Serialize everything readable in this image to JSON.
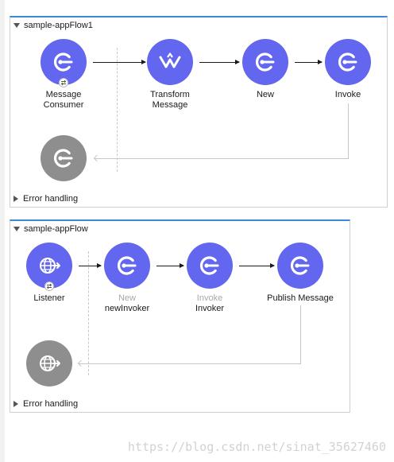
{
  "flows": [
    {
      "title": "sample-appFlow1",
      "error_handling": "Error handling",
      "nodes": [
        {
          "icon": "connector-icon",
          "lines": [
            "Message",
            "Consumer"
          ],
          "muted": "",
          "has_badge": true
        },
        {
          "icon": "transform-icon",
          "lines": [
            "Transform",
            "Message"
          ],
          "muted": ""
        },
        {
          "icon": "connector-icon",
          "lines": [
            "New"
          ],
          "muted": ""
        },
        {
          "icon": "connector-icon",
          "lines": [
            "Invoke"
          ],
          "muted": ""
        }
      ],
      "return_icon": "connector-icon"
    },
    {
      "title": "sample-appFlow",
      "error_handling": "Error handling",
      "nodes": [
        {
          "icon": "globe-listener-icon",
          "lines": [
            "Listener"
          ],
          "muted": "",
          "has_badge": true
        },
        {
          "icon": "connector-icon",
          "lines": [
            "newInvoker"
          ],
          "muted": "New"
        },
        {
          "icon": "connector-icon",
          "lines": [
            "Invoker"
          ],
          "muted": "Invoke"
        },
        {
          "icon": "connector-icon",
          "lines": [
            "Publish Message"
          ],
          "muted": ""
        }
      ],
      "return_icon": "globe-listener-icon"
    }
  ],
  "colors": {
    "node": "#6366ee",
    "node_return": "#8e8e8e",
    "flow_border_top": "#3d8ad9"
  },
  "watermark": "https://blog.csdn.net/sinat_35627460"
}
